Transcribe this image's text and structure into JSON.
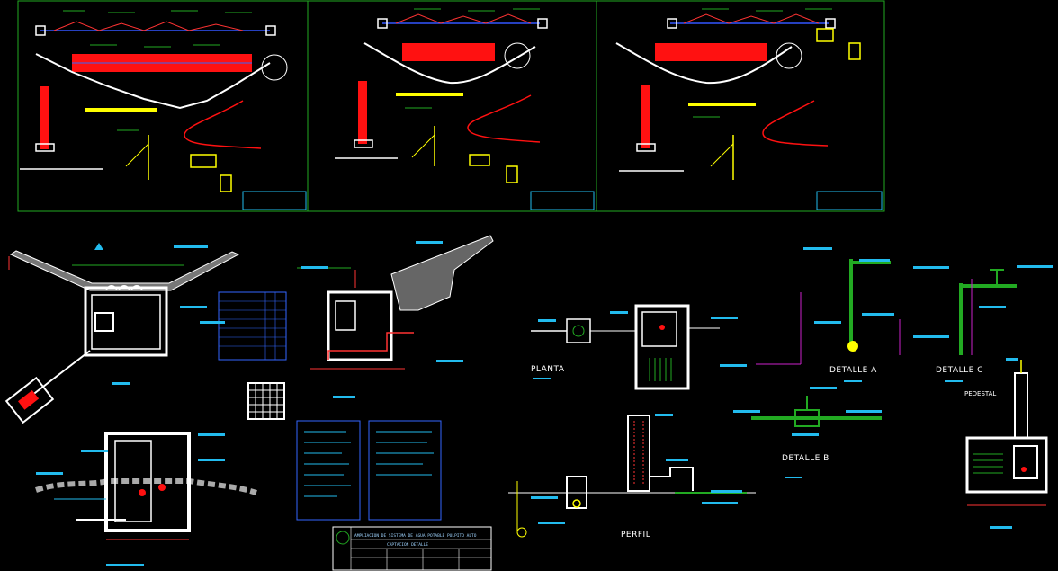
{
  "labels": {
    "planta": "PLANTA",
    "perfil": "PERFIL",
    "detalle_a": "DETALLE A",
    "detalle_b": "DETALLE B",
    "detalle_c": "DETALLE C",
    "pedestal": "PEDESTAL"
  },
  "title_block": {
    "project": "AMPLIACION DE SISTEMA DE AGUA POTABLE PULPITO ALTO",
    "sheet": "CAPTACION DETALLE"
  },
  "colors": {
    "sheet_frame": "#22aa22",
    "structure": "#ffffff",
    "pipe": "#ff1111",
    "accent": "#ffff00",
    "annotation": "#22bbee",
    "hatch": "#ff3333",
    "dim_line": "#cc22cc",
    "leader": "#22aa22"
  },
  "icons": {
    "north_arrow": "north-arrow-icon",
    "detail_callout": "detail-callout-icon"
  }
}
